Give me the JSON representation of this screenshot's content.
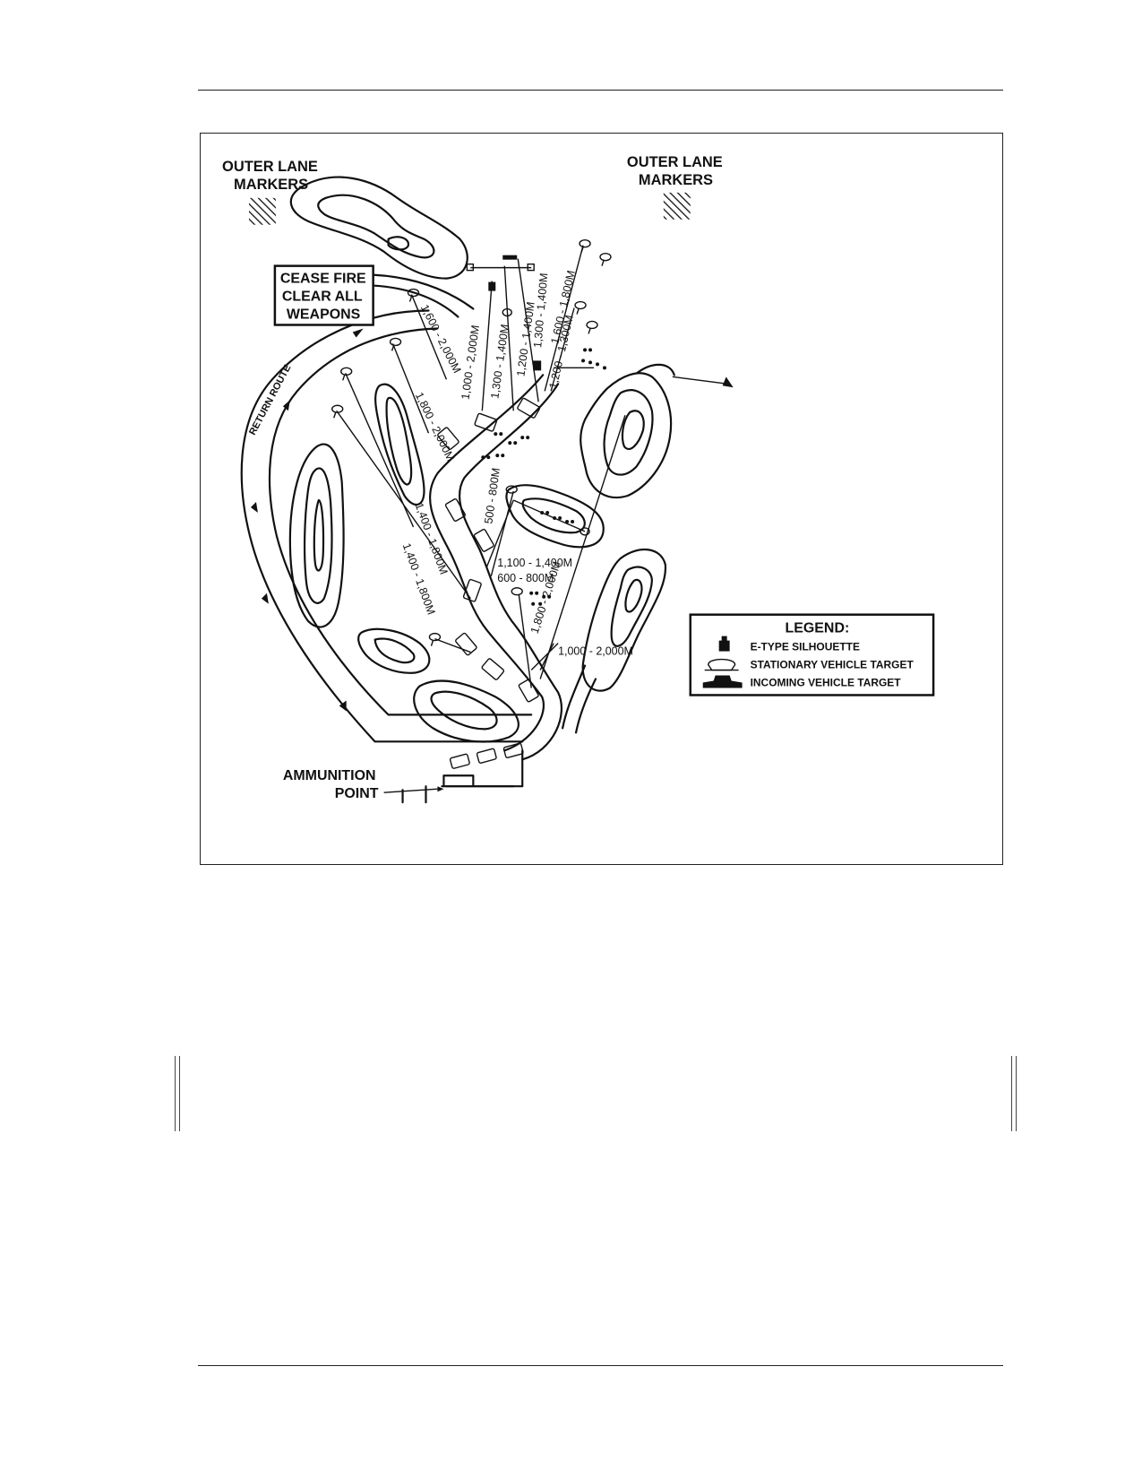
{
  "labels": {
    "outer_lane_left": [
      "OUTER LANE",
      "MARKERS"
    ],
    "outer_lane_right": [
      "OUTER LANE",
      "MARKERS"
    ],
    "cease_fire": [
      "CEASE FIRE",
      "CLEAR ALL",
      "WEAPONS"
    ],
    "return_route": "RETURN ROUTE",
    "ammunition_point": [
      "AMMUNITION",
      "POINT"
    ]
  },
  "ranges": [
    "1,600 - 2,000M",
    "1,000 - 2,000M",
    "1,300 - 1,400M",
    "1,200 - 1,400M",
    "1,300 - 1,400M",
    "1,600 - 1,800M",
    "1,200 - 1,300M",
    "1,800 - 2,000M",
    "500 - 800M",
    "1,400 - 1,800M",
    "1,400 - 1,800M",
    "1,100 - 1,400M",
    "600 - 800M",
    "1,800 - 2,000M",
    "1,000 - 2,000M"
  ],
  "legend": {
    "title": "LEGEND:",
    "items": [
      {
        "label": "E-TYPE SILHOUETTE",
        "icon": "silhouette-icon"
      },
      {
        "label": "STATIONARY VEHICLE TARGET",
        "icon": "stationary-vehicle-icon"
      },
      {
        "label": "INCOMING VEHICLE TARGET",
        "icon": "incoming-vehicle-icon"
      }
    ]
  }
}
